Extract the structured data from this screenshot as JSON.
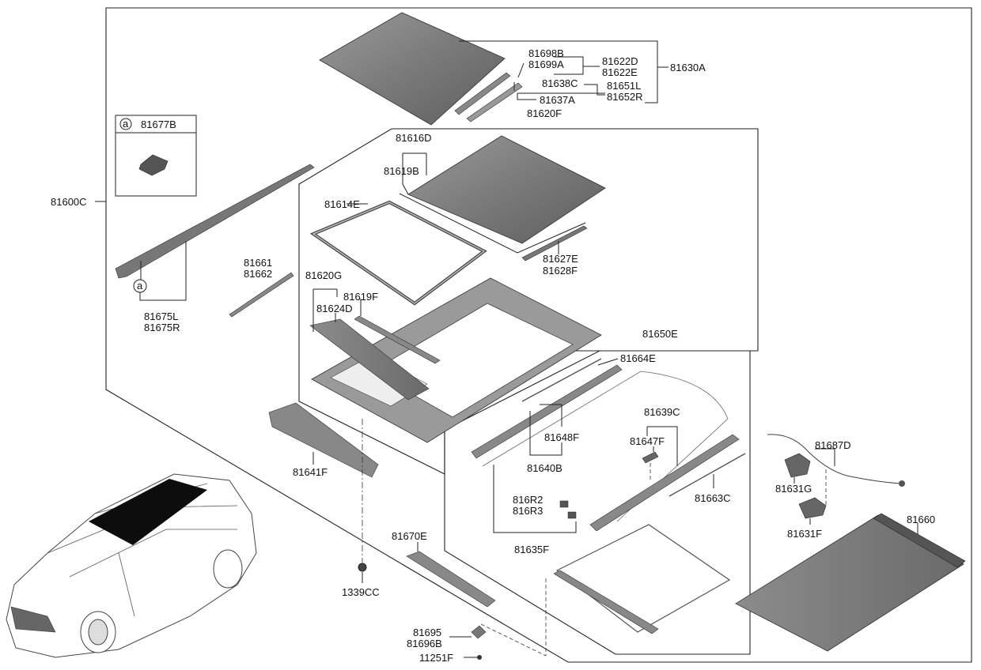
{
  "inset": {
    "circle_letter": "a",
    "part": "81677B"
  },
  "callout_letter": "a",
  "labels": {
    "p81698B": "81698B",
    "p81699A": "81699A",
    "p81622D": "81622D",
    "p81622E": "81622E",
    "p81630A": "81630A",
    "p81638C": "81638C",
    "p81651L": "81651L",
    "p81637A": "81637A",
    "p81652R": "81652R",
    "p81620F": "81620F",
    "p81616D": "81616D",
    "p81619B": "81619B",
    "p81600C": "81600C",
    "p81614E": "81614E",
    "p81627E": "81627E",
    "p81628F": "81628F",
    "p81661": "81661",
    "p81662": "81662",
    "p81620G": "81620G",
    "p81619F": "81619F",
    "p81624D": "81624D",
    "p81675L": "81675L",
    "p81675R": "81675R",
    "p81650E": "81650E",
    "p81664E": "81664E",
    "p81639C": "81639C",
    "p81647F": "81647F",
    "p81648F": "81648F",
    "p81640B": "81640B",
    "p81641F": "81641F",
    "p81687D": "81687D",
    "p81631G": "81631G",
    "p81663C": "81663C",
    "p816R2": "816R2",
    "p816R3": "816R3",
    "p81631F": "81631F",
    "p81660": "81660",
    "p81670E": "81670E",
    "p81635F": "81635F",
    "p1339CC": "1339CC",
    "p81695": "81695",
    "p81696B": "81696B",
    "p11251F": "11251F"
  },
  "colors": {
    "panel_dark": "#6f6f6f",
    "panel_mid": "#8a8a8a",
    "panel_light": "#a7a7a7",
    "sunroof_glass": "#0d0d0d",
    "line": "#222222"
  }
}
